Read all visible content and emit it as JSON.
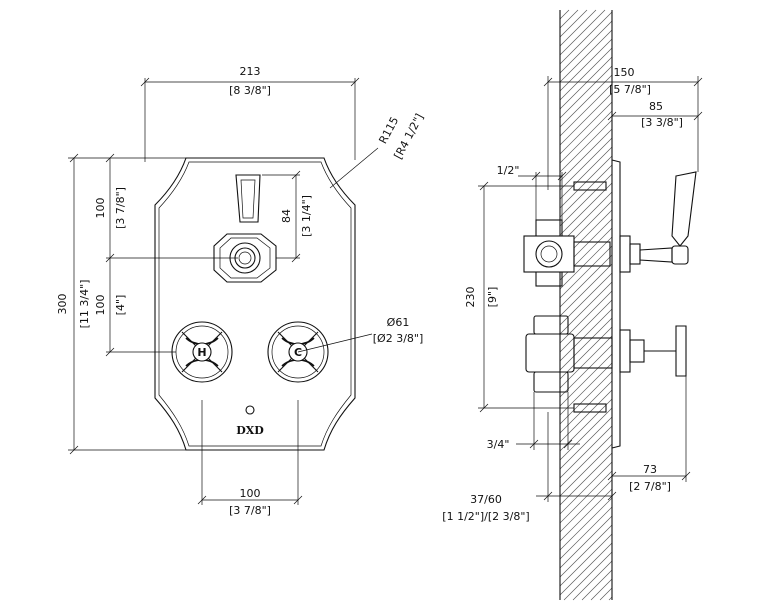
{
  "front_view": {
    "width_mm": "213",
    "width_in": "[8 3/8\"]",
    "height_mm": "300",
    "height_in": "[11 3/4\"]",
    "top_offset_mm": "100",
    "top_offset_in": "[3 7/8\"]",
    "mid_offset_mm": "100",
    "mid_offset_in": "[4\"]",
    "lever_height_mm": "84",
    "lever_height_in": "[3 1/4\"]",
    "radius_mm": "R115",
    "radius_in": "[R4 1/2\"]",
    "handle_dia_mm": "Ø61",
    "handle_dia_in": "[Ø2 3/8\"]",
    "handle_spacing_mm": "100",
    "handle_spacing_in": "[3 7/8\"]",
    "hot_label": "H",
    "cold_label": "C",
    "logo_text": "DXD"
  },
  "side_view": {
    "total_depth_mm": "150",
    "total_depth_in": "[5 7/8\"]",
    "lever_depth_mm": "85",
    "lever_depth_in": "[3 3/8\"]",
    "inlet_size": "1/2\"",
    "height_mm": "230",
    "height_in": "[9\"]",
    "outlet_size": "3/4\"",
    "handle_depth_mm": "73",
    "handle_depth_in": "[2 7/8\"]",
    "wall_depth_mm": "37/60",
    "wall_depth_in": "[1 1/2\"]/[2 3/8\"]"
  }
}
